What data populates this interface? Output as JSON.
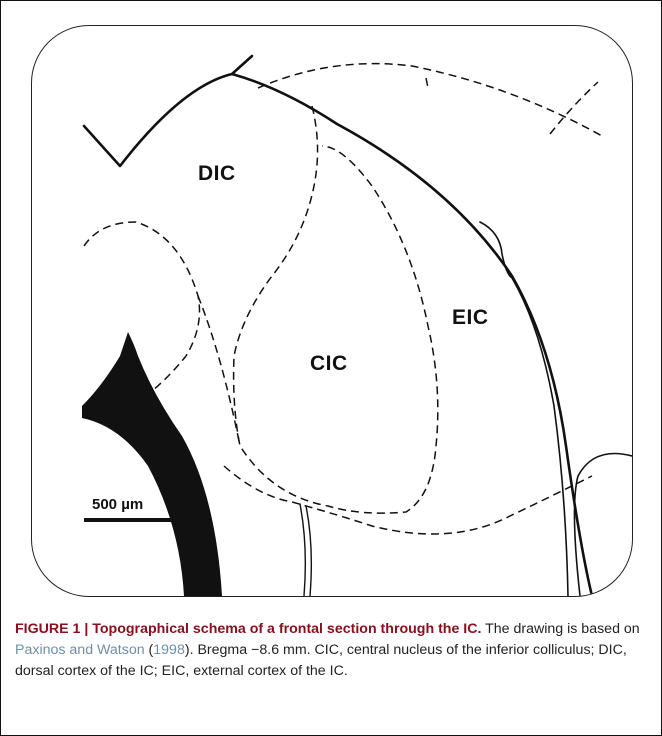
{
  "figure": {
    "labels": {
      "dic": "DIC",
      "cic": "CIC",
      "eic": "EIC"
    },
    "scale_bar": "500 µm"
  },
  "caption": {
    "title": "FIGURE 1 | Topographical schema of a frontal section through the IC.",
    "text_1": " The drawing is based on ",
    "reference": "Paxinos and Watson",
    "text_2": " (",
    "year": "1998",
    "text_3": "). Bregma −8.6 mm. CIC, central nucleus of the inferior colliculus; DIC, dorsal cortex of the IC; EIC, external cortex of the IC."
  }
}
